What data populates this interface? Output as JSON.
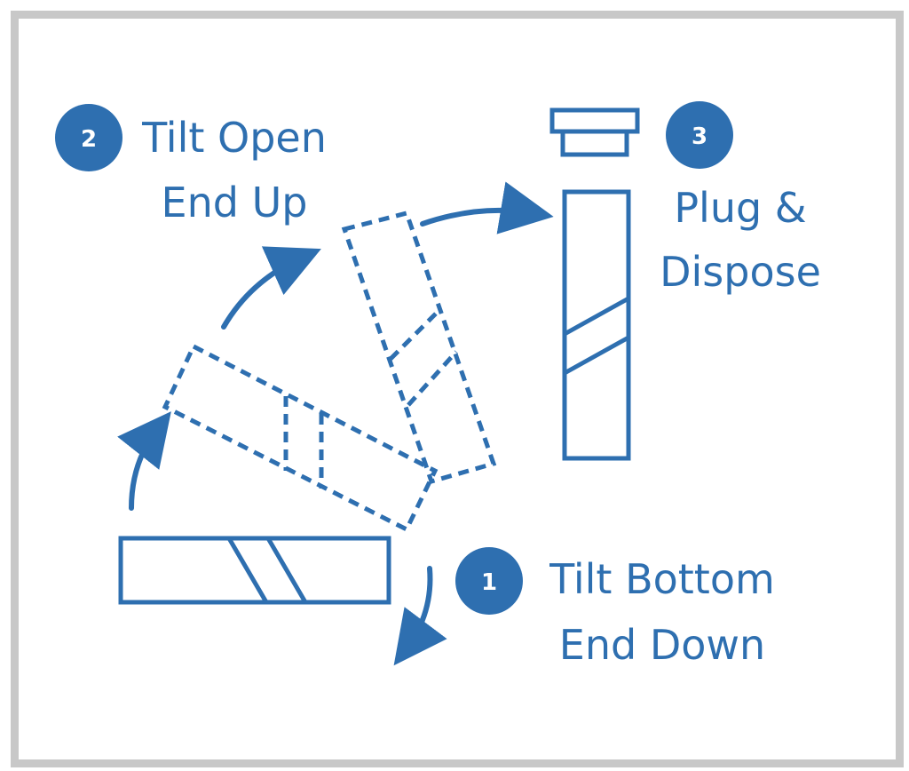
{
  "colors": {
    "primary": "#2e6fb0",
    "frame": "#c8c8c8",
    "background": "#ffffff"
  },
  "steps": [
    {
      "number": "1",
      "line1": "Tilt Bottom",
      "line2": "End Down"
    },
    {
      "number": "2",
      "line1": "Tilt Open",
      "line2": "End Up"
    },
    {
      "number": "3",
      "line1": "Plug &",
      "line2": "Dispose"
    }
  ],
  "icons": {
    "horizontal_tube": "horizontal-tube-icon",
    "tilted_tube_1": "tilted-tube-outline-icon",
    "tilted_tube_2": "tilted-tube-outline-icon",
    "vertical_tube": "vertical-tube-icon",
    "plug": "plug-cap-icon",
    "arrows": "curved-arrow-icon"
  }
}
